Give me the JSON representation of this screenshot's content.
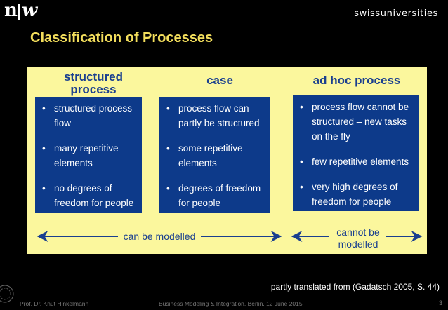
{
  "header": {
    "logo_n": "n",
    "logo_w": "w",
    "partner_logo": "swissuniversities"
  },
  "slide": {
    "title": "Classification of Processes",
    "columns": [
      {
        "heading": "structured process",
        "bullets": [
          "structured process flow",
          "many repetitive elements",
          "no degrees of freedom for people"
        ]
      },
      {
        "heading": "case",
        "bullets": [
          "process flow can partly be structured",
          "some repetitive elements",
          "degrees of freedom for people"
        ]
      },
      {
        "heading": "ad hoc process",
        "bullets": [
          "process flow cannot be structured – new tasks on the fly",
          "few repetitive elements",
          "very high degrees of freedom for people"
        ]
      }
    ],
    "arrow_left_label": "can be modelled",
    "arrow_right_label": "cannot be modelled",
    "source_note": "partly translated from (Gadatsch 2005, S. 44)"
  },
  "footer": {
    "author": "Prof. Dr. Knut Hinkelmann",
    "event": "Business Modeling & Integration, Berlin, 12 June 2015",
    "page_number": "3"
  },
  "colors": {
    "background": "#000000",
    "title": "#f3de5c",
    "panel": "#fbf79d",
    "box": "#0d3a8a",
    "heading": "#1a3f8f"
  }
}
